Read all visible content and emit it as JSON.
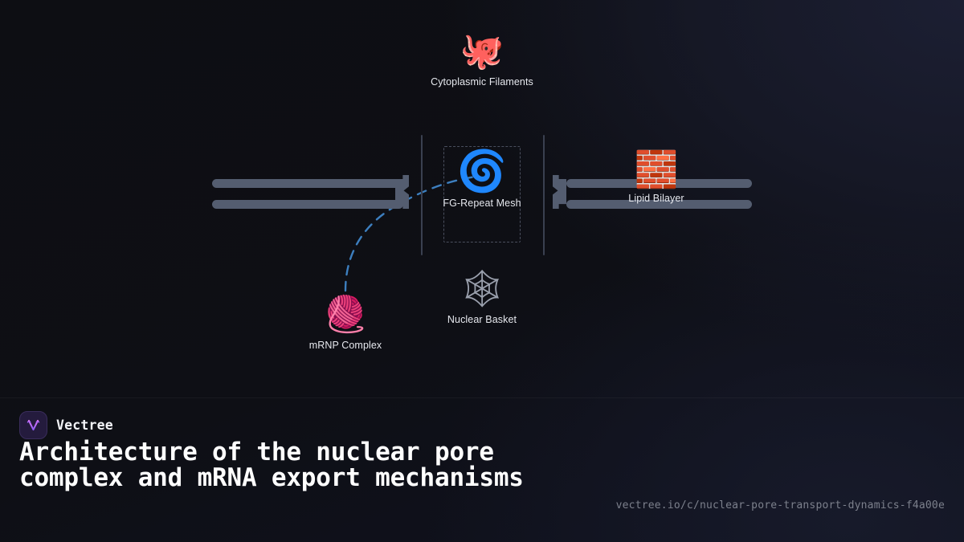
{
  "theme": {
    "background": "#0e0f14",
    "accent_blue": "#3b82f6",
    "membrane_color": "#545d70",
    "text_primary": "#e6e8ee",
    "text_muted": "#7c808c",
    "brand_purple": "#a855f7"
  },
  "diagram": {
    "nodes": [
      {
        "id": "cytoplasmic-filaments",
        "label": "Cytoplasmic Filaments",
        "icon": "octopus-icon",
        "glyph": "🐙"
      },
      {
        "id": "fg-repeat-mesh",
        "label": "FG-Repeat Mesh",
        "icon": "cyclone-icon",
        "glyph": "🌀"
      },
      {
        "id": "nuclear-basket",
        "label": "Nuclear Basket",
        "icon": "spider-web-icon",
        "glyph": "🕸"
      },
      {
        "id": "mrnp-complex",
        "label": "mRNP Complex",
        "icon": "yarn-icon",
        "glyph": "🧶"
      },
      {
        "id": "lipid-bilayer",
        "label": "Lipid Bilayer",
        "icon": "brick-icon",
        "glyph": "🧱"
      }
    ],
    "membranes": [
      {
        "id": "nuclear-envelope-left",
        "name": "left-membrane"
      },
      {
        "id": "nuclear-envelope-right",
        "name": "right-membrane"
      }
    ],
    "separators": [
      {
        "id": "pore-channel-left-wall"
      },
      {
        "id": "pore-channel-right-wall"
      }
    ],
    "flow": {
      "id": "mrna-export-path",
      "style": "dashed",
      "color": "#3d7fbf",
      "from": "mrnp-complex",
      "to": "fg-repeat-mesh"
    }
  },
  "footer": {
    "brand": "Vectree",
    "logo_icon": "vectree-logo-icon",
    "title": "Architecture of the nuclear pore complex and mRNA export mechanisms",
    "url": "vectree.io/c/nuclear-pore-transport-dynamics-f4a00e"
  }
}
